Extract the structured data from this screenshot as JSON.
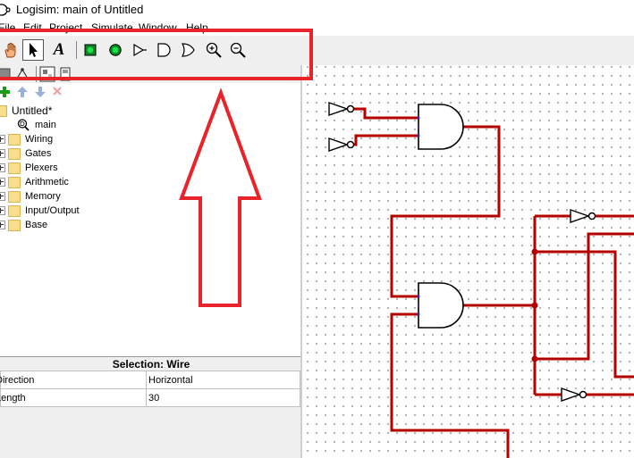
{
  "window": {
    "title": "Logisim: main of Untitled"
  },
  "menu": [
    "File",
    "Edit",
    "Project",
    "Simulate",
    "Window",
    "Help"
  ],
  "toolbar": {
    "tools": [
      "poke-tool",
      "select-tool",
      "text-tool",
      "input-pin",
      "output-pin",
      "not-gate",
      "and-gate",
      "or-gate",
      "zoom-in",
      "zoom-out"
    ],
    "selected": "select-tool",
    "text_tool_glyph": "A"
  },
  "explorer": {
    "project": "Untitled*",
    "circuit": "main",
    "libraries": [
      "Wiring",
      "Gates",
      "Plexers",
      "Arithmetic",
      "Memory",
      "Input/Output",
      "Base"
    ]
  },
  "selection": {
    "header": "Selection: Wire",
    "attributes": [
      {
        "name": "Direction",
        "value": "Horizontal"
      },
      {
        "name": "Length",
        "value": "30"
      }
    ]
  },
  "colors": {
    "wire": "#b50000",
    "annotation": "#e8232a",
    "grid_dot": "#9a9a9a"
  }
}
